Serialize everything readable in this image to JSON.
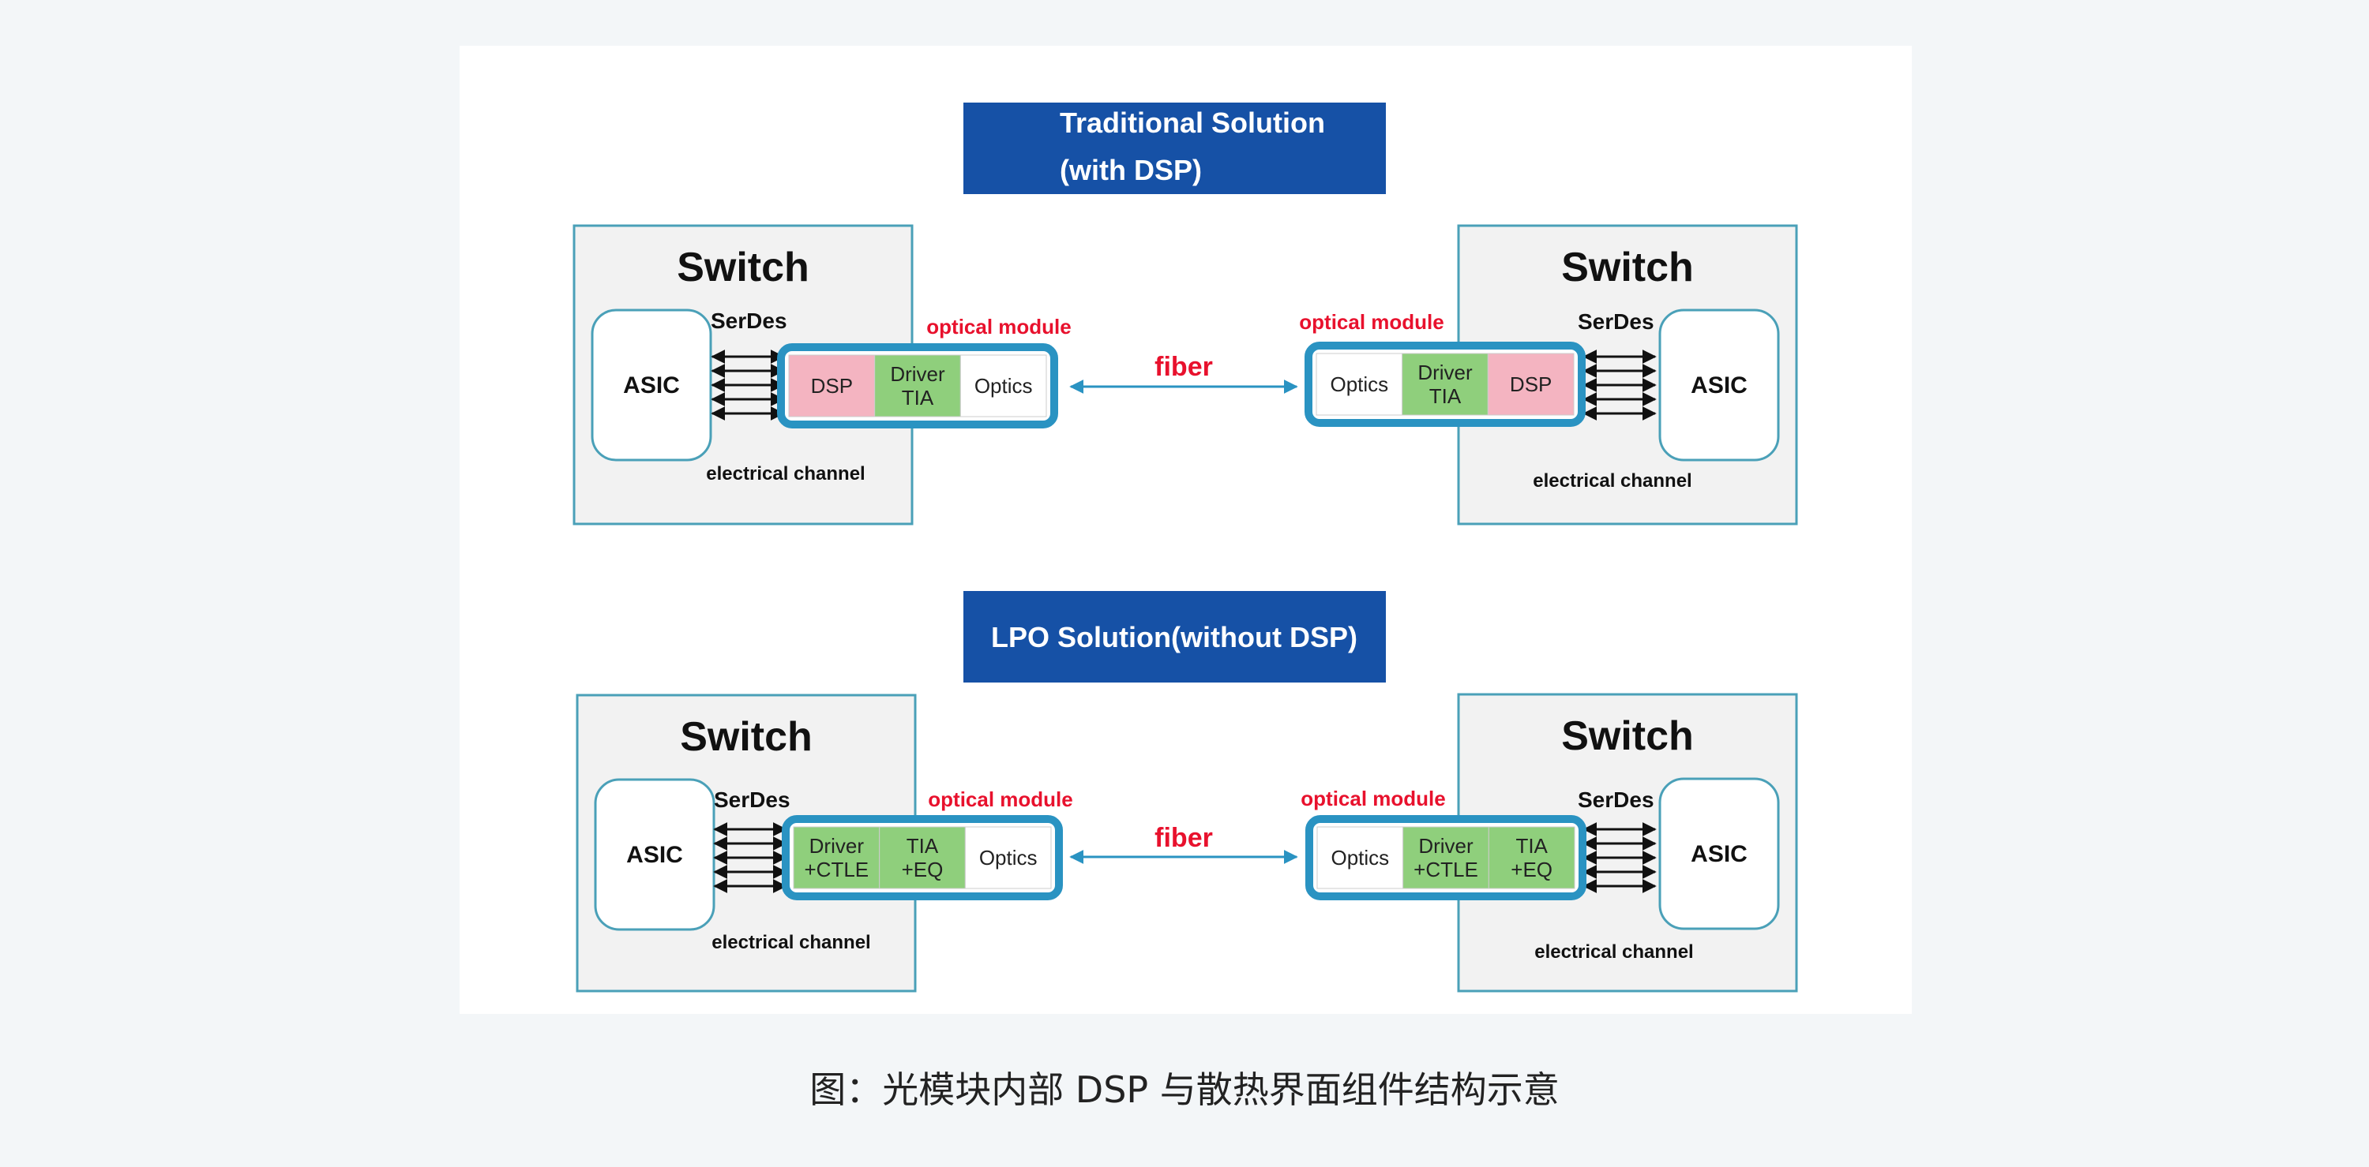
{
  "diagram": {
    "title_top": [
      "Traditional Solution",
      "(with DSP)"
    ],
    "title_bottom": "LPO Solution(without DSP)",
    "switch_label": "Switch",
    "asic_label": "ASIC",
    "serdes_label": "SerDes",
    "channel_label": "electrical channel",
    "optical_module_label": "optical module",
    "fiber_label": "fiber",
    "traditional_cells": [
      "DSP",
      "Driver\nTIA",
      "Optics"
    ],
    "lpo_cells": [
      "Driver\n+CTLE",
      "TIA\n+EQ",
      "Optics"
    ],
    "colors": {
      "title_bg": "#1651a6",
      "switch_border": "#4aa0b8",
      "switch_fill": "#f2f2f2",
      "module_border": "#2a93c2",
      "dsp_fill": "#f4b4c1",
      "green_fill": "#8fcf7c",
      "optics_fill": "#ffffff",
      "red_text": "#e8112d",
      "fiber_arrow": "#2a93c2"
    }
  },
  "caption": "图：光模块内部 DSP 与散热界面组件结构示意"
}
